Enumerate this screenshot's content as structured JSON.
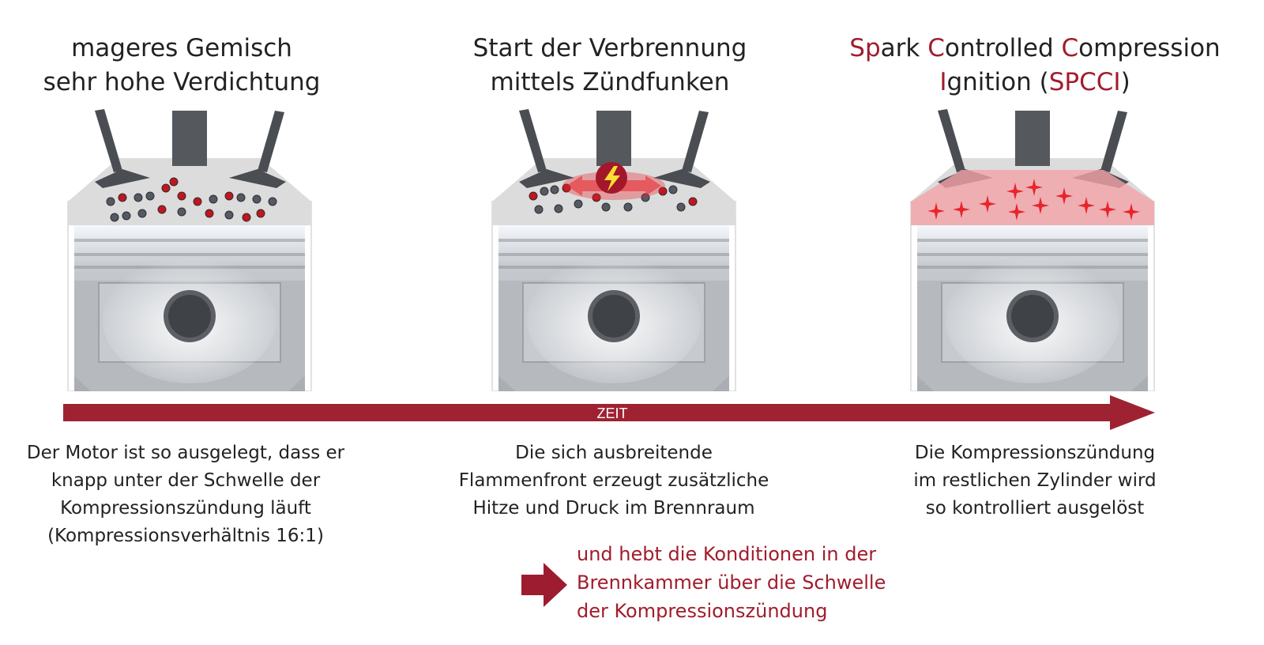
{
  "colors": {
    "accent": "#a11c2c",
    "text": "#222222",
    "arrow": "#9e2232",
    "spark": "#e8242c",
    "particle_red": "#c4141e",
    "particle_gray": "#555a62"
  },
  "stages": [
    {
      "title_lines": [
        "mageres Gemisch",
        "sehr hohe Verdichtung"
      ],
      "caption_lines": [
        "Der Motor ist so ausgelegt, dass er",
        "knapp unter der Schwelle der",
        "Kompressionszündung läuft",
        "(Kompressionsverhältnis 16:1)"
      ]
    },
    {
      "title_lines": [
        "Start der Verbrennung",
        "mittels Zündfunken"
      ],
      "caption_lines": [
        "Die sich ausbreitende",
        "Flammenfront erzeugt zusätzliche",
        "Hitze und Druck im Brennraum"
      ]
    },
    {
      "title_parts": {
        "line1": [
          {
            "text": "Sp",
            "hl": true
          },
          {
            "text": "ark ",
            "hl": false
          },
          {
            "text": "C",
            "hl": true
          },
          {
            "text": "ontrolled ",
            "hl": false
          },
          {
            "text": "C",
            "hl": true
          },
          {
            "text": "ompression",
            "hl": false
          }
        ],
        "line2": [
          {
            "text": "I",
            "hl": true
          },
          {
            "text": "gnition (",
            "hl": false
          },
          {
            "text": "SPCCI",
            "hl": true
          },
          {
            "text": ")",
            "hl": false
          }
        ]
      },
      "caption_lines": [
        "Die Kompressionszündung",
        "im restlichen Zylinder wird",
        "so kontrolliert ausgelöst"
      ]
    }
  ],
  "timeline": {
    "label": "ZEIT"
  },
  "note": {
    "lines": [
      "und hebt die Konditionen in der",
      "Brennkammer über die Schwelle",
      "der Kompressionszündung"
    ]
  },
  "icons": [
    "right-arrow-icon",
    "spark-bolt-icon",
    "flame-star-icon"
  ]
}
